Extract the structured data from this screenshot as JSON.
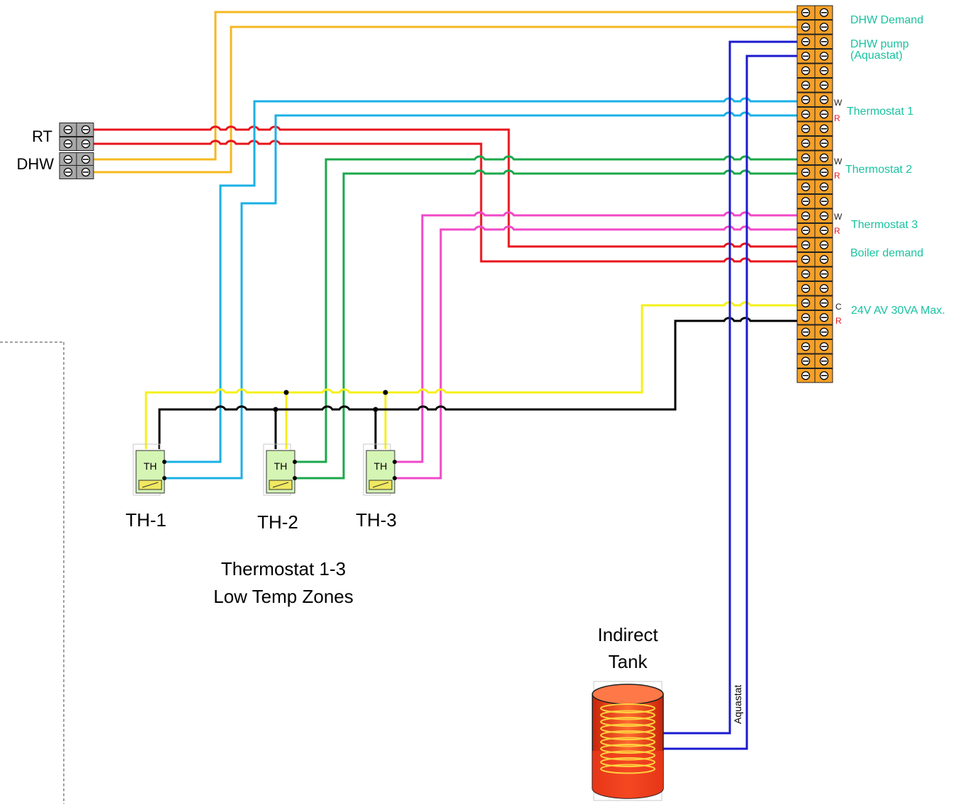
{
  "terminal_labels": {
    "dhw_demand": "DHW Demand",
    "dhw_pump_line1": "DHW pump",
    "dhw_pump_line2": "(Aquastat)",
    "thermostat_1": "Thermostat 1",
    "thermostat_2": "Thermostat 2",
    "thermostat_3": "Thermostat 3",
    "boiler_demand": "Boiler demand",
    "power": "24V AV 30VA Max.",
    "w": "W",
    "r": "R",
    "c": "C"
  },
  "source_labels": {
    "rt": "RT",
    "dhw": "DHW"
  },
  "thermostats": [
    {
      "device_text": "TH",
      "label": "TH-1"
    },
    {
      "device_text": "TH",
      "label": "TH-2"
    },
    {
      "device_text": "TH",
      "label": "TH-3"
    }
  ],
  "caption": {
    "line1": "Thermostat 1-3",
    "line2": "Low Temp Zones"
  },
  "tank": {
    "line1": "Indirect",
    "line2": "Tank",
    "aquastat": "Aquastat"
  },
  "colors": {
    "orange_wire": "#f5b820",
    "red_wire": "#e8141c",
    "cyan_wire": "#1ab0e6",
    "green_wire": "#1aa84a",
    "magenta_wire": "#f048c8",
    "yellow_wire": "#f5f01a",
    "black_wire": "#000000",
    "blue_wire": "#1a1ad0",
    "terminal_block": "#f5a028",
    "label_green": "#19c2a0",
    "label_red": "#e8141c"
  }
}
